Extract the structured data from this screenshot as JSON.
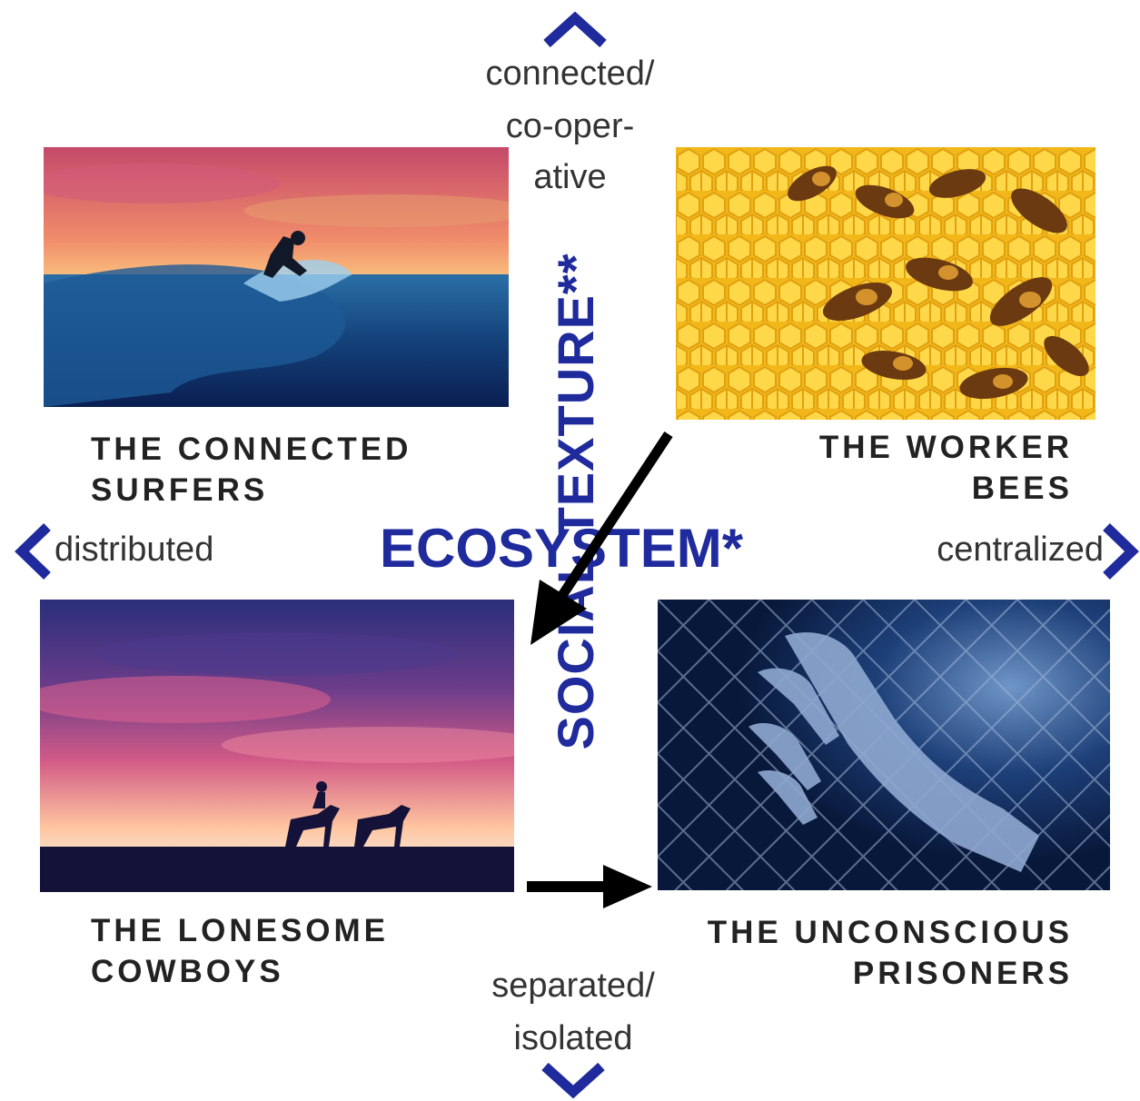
{
  "axes": {
    "top": [
      "connected/",
      "co-oper-",
      "ative"
    ],
    "bottom": [
      "separated/",
      "isolated"
    ],
    "left": "distributed",
    "right": "centralized",
    "horizontal_title": "ECOSYSTEM*",
    "vertical_title": "SOCIAL TEXTURE**"
  },
  "quadrants": {
    "top_left": [
      "THE CONNECTED",
      "SURFERS"
    ],
    "top_right": [
      "THE WORKER",
      "BEES"
    ],
    "bottom_left": [
      "THE LONESOME",
      "COWBOYS"
    ],
    "bottom_right": [
      "THE UNCONSCIOUS",
      "PRISONERS"
    ]
  },
  "colors": {
    "axis_blue": "#1f2a9c",
    "arrow_black": "#000000"
  }
}
